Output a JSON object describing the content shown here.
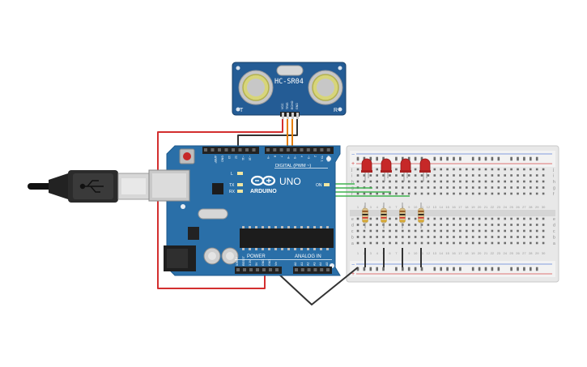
{
  "sensor": {
    "model": "HC-SR04",
    "left_mark": "T",
    "right_mark": "R",
    "pins": [
      "VCC",
      "TRIG",
      "ECHO",
      "GND"
    ]
  },
  "arduino": {
    "brand": "ARDUINO",
    "model": "UNO",
    "digital_label": "DIGITAL (PWM ~)",
    "power_label": "POWER",
    "analog_label": "ANALOG IN",
    "led_labels": [
      "L",
      "TX",
      "RX"
    ],
    "on_label": "ON",
    "top_pins": [
      "AREF",
      "GND",
      "13",
      "12",
      "~11",
      "~10",
      "~9",
      "8",
      "7",
      "~6",
      "~5",
      "4",
      "~3",
      "2",
      "TX 1",
      "RX 0"
    ],
    "power_pins": [
      "IOREF",
      "RESET",
      "3.3V",
      "5V",
      "GND",
      "GND",
      "Vin"
    ],
    "analog_pins": [
      "A0",
      "A1",
      "A2",
      "A3",
      "A4",
      "A5"
    ]
  },
  "breadboard": {
    "top_rows": [
      "j",
      "i",
      "h",
      "g",
      "f"
    ],
    "bottom_rows": [
      "e",
      "d",
      "c",
      "b",
      "a"
    ],
    "columns": [
      "1",
      "2",
      "3",
      "4",
      "5",
      "6",
      "7",
      "8",
      "9",
      "10",
      "11",
      "12",
      "13",
      "14",
      "15",
      "16",
      "17",
      "18",
      "19",
      "20",
      "21",
      "22",
      "23",
      "24",
      "25",
      "26",
      "27",
      "28",
      "29",
      "30"
    ],
    "plus": "+",
    "minus": "−"
  },
  "colors": {
    "board": "#2a6fa8",
    "wire_red": "#d32f2f",
    "wire_black": "#333333",
    "wire_green": "#3fb34f",
    "wire_orange": "#e67e00",
    "led_red": "#c62828"
  }
}
